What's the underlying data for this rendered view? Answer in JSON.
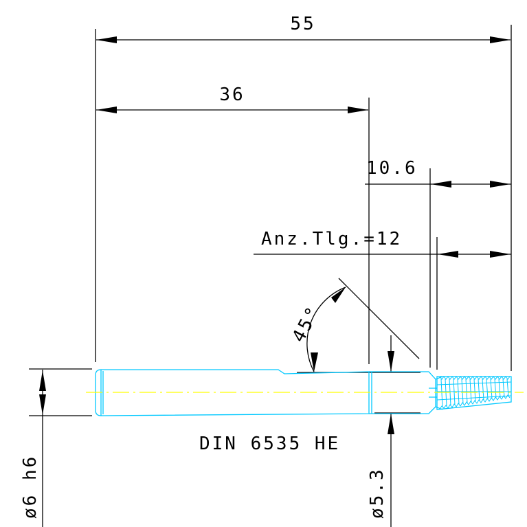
{
  "drawing": {
    "dimensions": {
      "overall_length": "55",
      "shank_length": "36",
      "neck_length": "10.6",
      "thread_note": "Anz.Tlg.=12",
      "chamfer_angle": "45°",
      "shank_diameter": "ø6 h6",
      "neck_diameter": "ø5.3"
    },
    "standard_label": "DIN 6535 HE",
    "colors": {
      "dimension_lines": "#000000",
      "part_outline": "#00c8ff",
      "center_line": "#ffff00",
      "background": "#ffffff"
    }
  }
}
